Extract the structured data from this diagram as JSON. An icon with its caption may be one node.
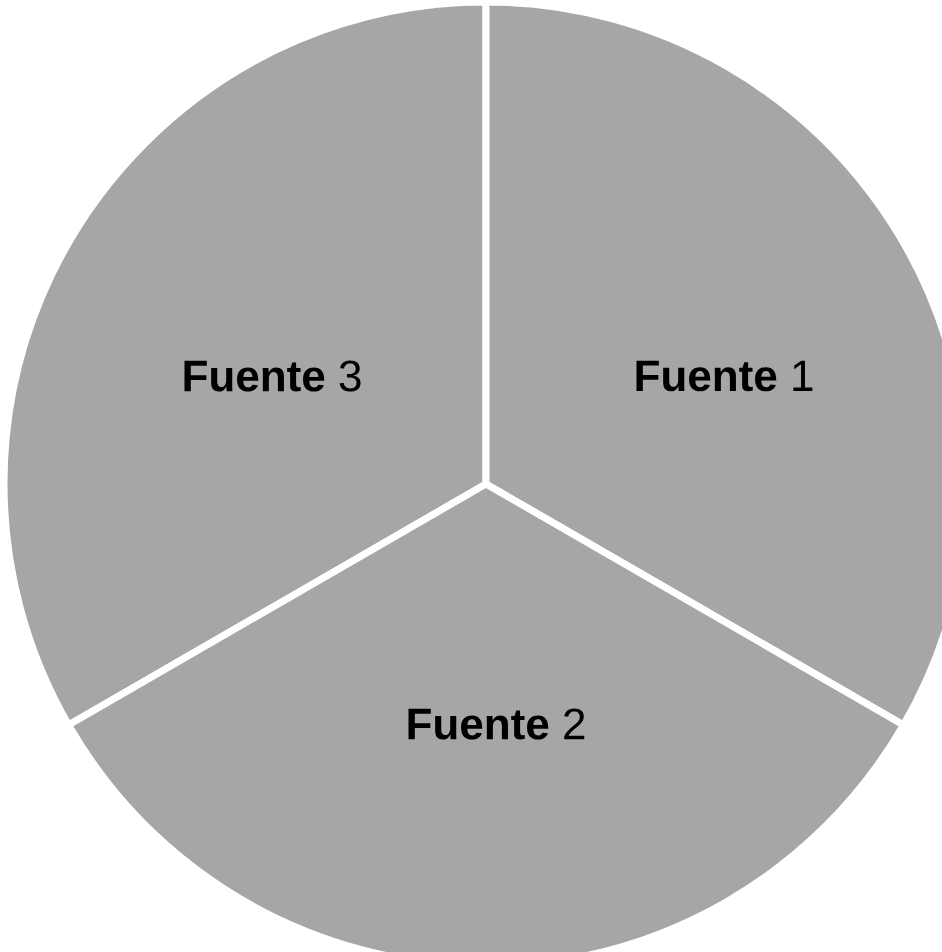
{
  "diagram": {
    "nodes": [
      {
        "text": [
          "**Fuente** 3"
        ]
      },
      {
        "text": [
          "**Fuente** 1"
        ]
      },
      {
        "text": [
          "**Fuente** 2"
        ]
      }
    ]
  }
}
